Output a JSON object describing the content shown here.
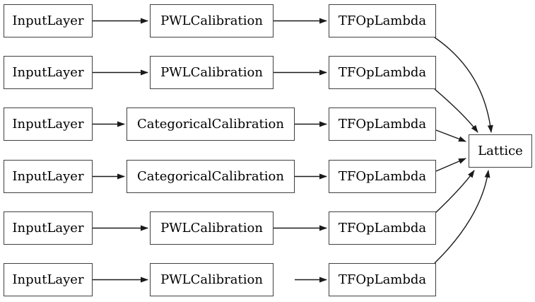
{
  "diagram": {
    "title": "lattice-model-architecture",
    "background_color": "#ffffff",
    "node_border_color": "#404040",
    "edge_color": "#1a1a1a",
    "rows": [
      {
        "input": "InputLayer",
        "calibration": "PWLCalibration",
        "lambda": "TFOpLambda"
      },
      {
        "input": "InputLayer",
        "calibration": "PWLCalibration",
        "lambda": "TFOpLambda"
      },
      {
        "input": "InputLayer",
        "calibration": "CategoricalCalibration",
        "lambda": "TFOpLambda"
      },
      {
        "input": "InputLayer",
        "calibration": "CategoricalCalibration",
        "lambda": "TFOpLambda"
      },
      {
        "input": "InputLayer",
        "calibration": "PWLCalibration",
        "lambda": "TFOpLambda"
      },
      {
        "input": "InputLayer",
        "calibration": "PWLCalibration",
        "lambda": "TFOpLambda"
      }
    ],
    "output_node": "Lattice"
  }
}
